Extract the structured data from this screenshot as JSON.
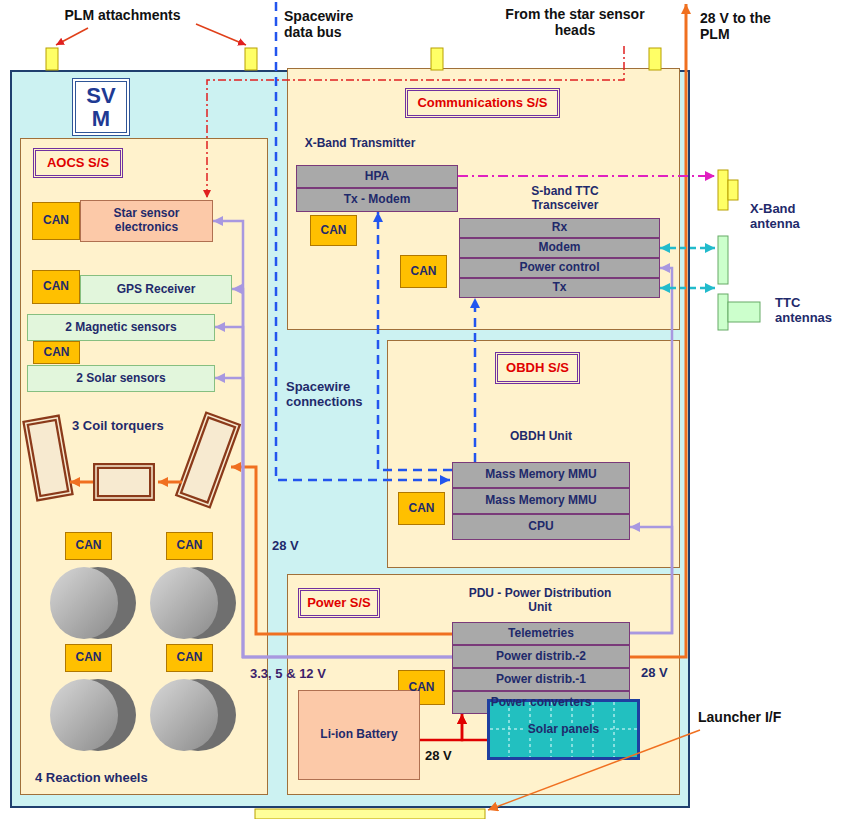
{
  "diagram": {
    "nodes": [
      {
        "text": [
          "SV M"
        ]
      },
      {
        "text": [
          "AOCS S/S"
        ]
      },
      {
        "text": [
          "CAN"
        ],
        "in": 1
      },
      {
        "text": [
          "Star sensor electronics"
        ],
        "in": 1
      },
      {
        "text": [
          "CAN"
        ],
        "in": 1
      },
      {
        "text": [
          "GPS Receiver"
        ],
        "in": 1
      },
      {
        "text": [
          "2 Magnetic sensors"
        ],
        "in": 1
      },
      {
        "text": [
          "CAN"
        ],
        "in": 1
      },
      {
        "text": [
          "2 Solar sensors"
        ],
        "in": 1
      },
      {
        "text": [
          "CAN"
        ],
        "in": 1
      },
      {
        "text": [
          "CAN"
        ],
        "in": 1
      },
      {
        "text": [
          "CAN"
        ],
        "in": 1
      },
      {
        "text": [
          "CAN"
        ],
        "in": 1
      },
      {
        "text": [
          "Communications S/S"
        ]
      },
      {
        "text": [
          "X-Band Transmitter"
        ],
        "in": 13
      },
      {
        "text": [
          "HPA"
        ],
        "in": 14
      },
      {
        "text": [
          "Tx - Modem"
        ],
        "in": 14
      },
      {
        "text": [
          "CAN"
        ],
        "in": 13
      },
      {
        "text": [
          "S-band TTC Transceiver"
        ],
        "in": 13
      },
      {
        "text": [
          "Rx"
        ],
        "in": 18
      },
      {
        "text": [
          "Modem"
        ],
        "in": 18
      },
      {
        "text": [
          "Power control"
        ],
        "in": 18
      },
      {
        "text": [
          "Tx"
        ],
        "in": 18
      },
      {
        "text": [
          "CAN"
        ],
        "in": 13
      },
      {
        "text": [
          "OBDH S/S"
        ]
      },
      {
        "text": [
          "OBDH Unit"
        ],
        "in": 24
      },
      {
        "text": [
          "Mass Memory MMU"
        ],
        "in": 25
      },
      {
        "text": [
          "Mass Memory MMU"
        ],
        "in": 25
      },
      {
        "text": [
          "CPU"
        ],
        "in": 25
      },
      {
        "text": [
          "CAN"
        ],
        "in": 24
      },
      {
        "text": [
          "Power S/S"
        ]
      },
      {
        "text": [
          "PDU - Power Distribution Unit"
        ],
        "in": 30
      },
      {
        "text": [
          "Telemetries"
        ],
        "in": 31
      },
      {
        "text": [
          "Power distrib.-2"
        ],
        "in": 31
      },
      {
        "text": [
          "Power distrib.-1"
        ],
        "in": 31
      },
      {
        "text": [
          "Power converters"
        ],
        "in": 31
      },
      {
        "text": [
          "CAN"
        ],
        "in": 30
      },
      {
        "text": [
          "Li-ion Battery"
        ],
        "in": 30
      },
      {
        "text": [
          "Solar panels"
        ],
        "in": 30
      },
      {
        "text": [
          "X-Band antenna"
        ]
      },
      {
        "text": [
          "TTC antennas"
        ]
      }
    ],
    "edges": [
      {
        "from": 33,
        "to": 3,
        "arrow": "to"
      },
      {
        "from": 33,
        "to": 5,
        "arrow": "to"
      },
      {
        "from": 33,
        "to": 6,
        "arrow": "to"
      },
      {
        "from": 33,
        "to": 8,
        "arrow": "to"
      },
      {
        "from": 32,
        "to": 28,
        "arrow": "to"
      },
      {
        "from": 32,
        "to": 21,
        "arrow": "to"
      },
      {
        "from": 26,
        "to": 16,
        "arrow": "to"
      },
      {
        "from": 26,
        "to": 22,
        "arrow": "to"
      },
      {
        "from": 15,
        "to": 39,
        "arrow": "to"
      },
      {
        "from": 20,
        "to": 40,
        "arrow": "both"
      },
      {
        "from": 22,
        "to": 40,
        "arrow": "both"
      },
      {
        "from": 37,
        "to": 35,
        "arrow": "to"
      },
      {
        "from": 38,
        "to": 35,
        "arrow": "to"
      }
    ],
    "labels": [
      "PLM attachments",
      "Spacewire data bus",
      "From the star sensor heads",
      "28 V to the PLM",
      "Spacewire connections",
      "3 Coil torquers",
      "4 Reaction wheels",
      "28 V",
      "3.3, 5 & 12 V",
      "28 V",
      "28 V",
      "Launcher I/F"
    ]
  }
}
